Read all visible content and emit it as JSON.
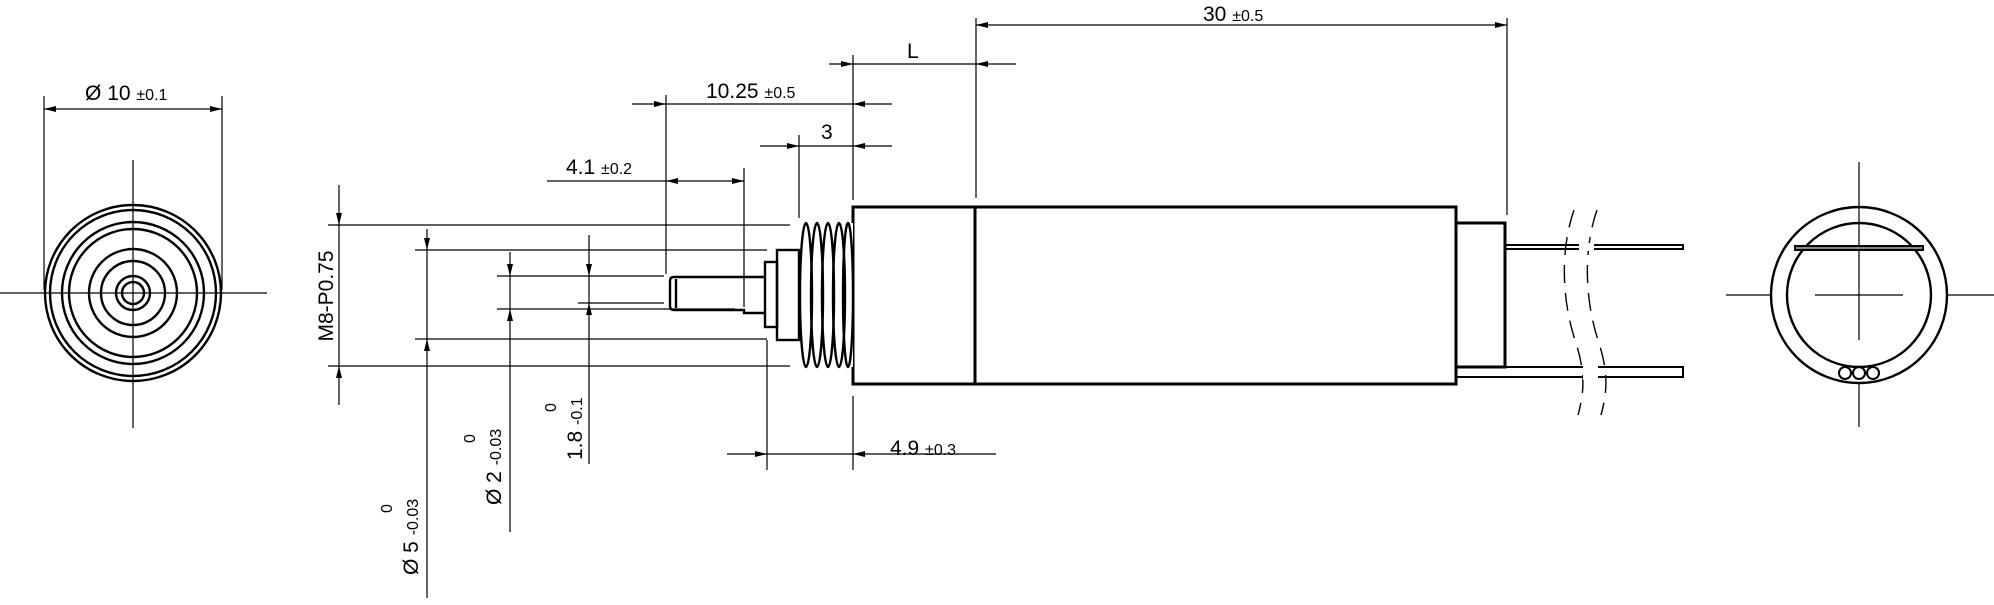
{
  "title": "Motor dimension drawing",
  "dimensions": {
    "outer_diameter": {
      "symbol": "Ø",
      "value": "10",
      "tol": "±0.1"
    },
    "overall_length": {
      "value": "30",
      "tol": "±0.5"
    },
    "length_L": {
      "value": "L"
    },
    "shaft_to_body": {
      "value": "10.25",
      "tol": "±0.5"
    },
    "thread_length": {
      "value": "3"
    },
    "shaft_length": {
      "value": "4.1",
      "tol": "±0.2"
    },
    "flange_length": {
      "value": "4.9",
      "tol": "±0.3"
    },
    "thread_spec": {
      "value": "M8-P0.75"
    },
    "boss_diameter": {
      "symbol": "Ø",
      "value": "5",
      "upper": "0",
      "lower": "-0.03"
    },
    "shaft_diameter": {
      "symbol": "Ø",
      "value": "2",
      "upper": "0",
      "lower": "-0.03"
    },
    "shaft_flat": {
      "value": "1.8",
      "upper": "0",
      "lower": "-0.1"
    }
  },
  "colors": {
    "line": "#000000",
    "background": "#ffffff"
  }
}
